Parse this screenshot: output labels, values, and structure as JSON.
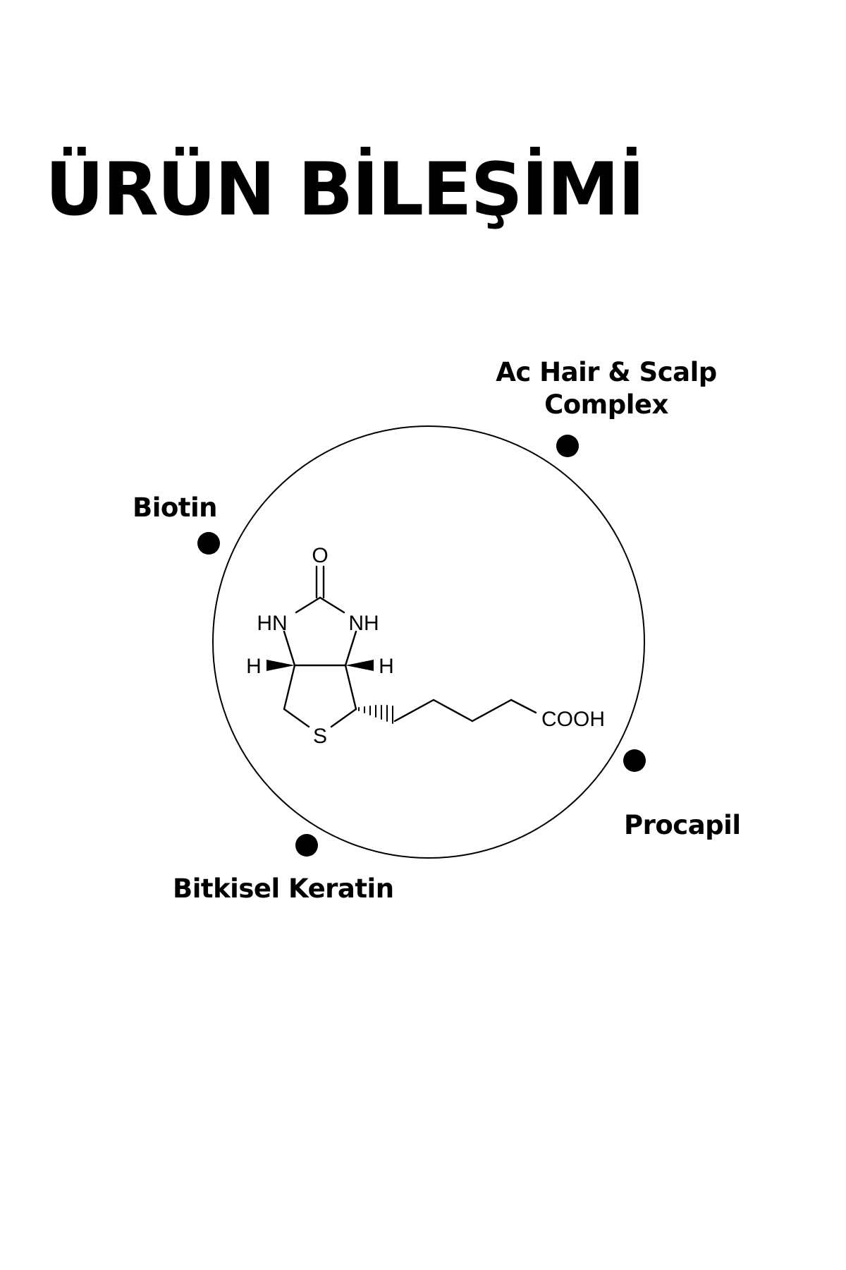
{
  "title": "ÜRÜN BİLEŞİMİ",
  "molecule": {
    "name": "biotin-structure",
    "atoms": {
      "oxygen": "O",
      "hn_left": "HN",
      "nh_right": "NH",
      "h_left": "H",
      "h_right": "H",
      "sulfur": "S",
      "carboxyl": "COOH"
    }
  },
  "ingredients": [
    {
      "id": "ac-hair-scalp-complex",
      "line1": "Ac Hair & Scalp",
      "line2": "Complex"
    },
    {
      "id": "biotin",
      "label": "Biotin"
    },
    {
      "id": "procapil",
      "label": "Procapil"
    },
    {
      "id": "bitkisel-keratin",
      "label": "Bitkisel Keratin"
    }
  ],
  "colors": {
    "background": "#ffffff",
    "ink": "#000000"
  }
}
